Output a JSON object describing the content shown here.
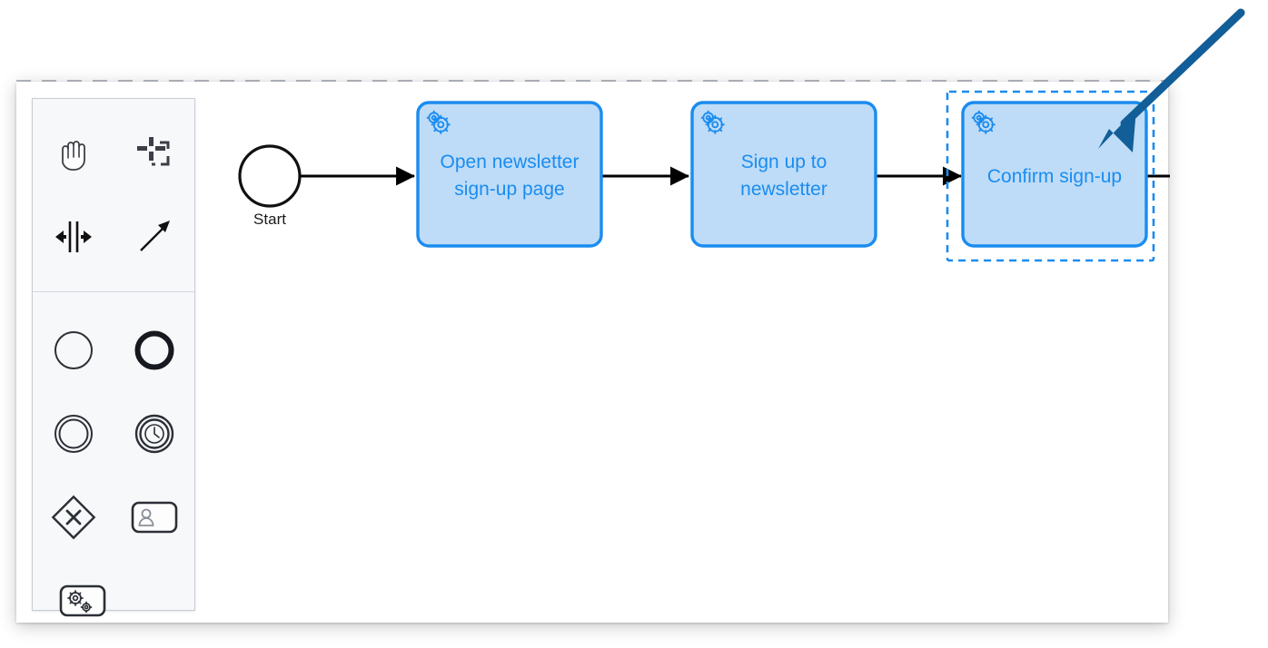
{
  "app": {
    "name": "bpmn-modeler",
    "canvas_background": "#ffffff",
    "page_background": "#ffffff"
  },
  "colors": {
    "task_fill": "#bedcf7",
    "task_stroke": "#1a8cf0",
    "task_text": "#1a8cf0",
    "event_stroke": "#111111",
    "connector": "#000000",
    "selection_outline": "#1a8cf0",
    "annotation_arrow": "#125e98",
    "palette_background": "#f7f8f9",
    "palette_border": "#c9ccd4",
    "palette_icon": "#3b3f46"
  },
  "palette": {
    "name": "element-palette",
    "groups": [
      {
        "name": "tools",
        "items": [
          {
            "id": "hand-tool",
            "icon": "hand-icon",
            "label": "Activate the hand tool"
          },
          {
            "id": "lasso-tool",
            "icon": "lasso-select-icon",
            "label": "Activate the lasso tool"
          },
          {
            "id": "space-tool",
            "icon": "space-tool-icon",
            "label": "Activate the create/remove space tool"
          },
          {
            "id": "global-connect-tool",
            "icon": "connect-arrow-icon",
            "label": "Activate the global connect tool"
          }
        ]
      },
      {
        "name": "elements",
        "items": [
          {
            "id": "start-event",
            "icon": "start-event-icon",
            "label": "Create StartEvent"
          },
          {
            "id": "end-event",
            "icon": "end-event-icon",
            "label": "Create EndEvent"
          },
          {
            "id": "intermediate-event",
            "icon": "intermediate-event-icon",
            "label": "Create Intermediate/Boundary Event"
          },
          {
            "id": "timer-event",
            "icon": "timer-event-icon",
            "label": "Create Timer Boundary Event"
          },
          {
            "id": "gateway",
            "icon": "gateway-icon",
            "label": "Create Gateway"
          },
          {
            "id": "user-task",
            "icon": "user-task-icon",
            "label": "Create User Task"
          },
          {
            "id": "service-task",
            "icon": "service-task-icon",
            "label": "Create Service Task"
          }
        ]
      }
    ]
  },
  "diagram": {
    "name": "newsletter-signup-process",
    "start_event": {
      "id": "start-event",
      "label": "Start",
      "shape": "circle"
    },
    "tasks": [
      {
        "id": "task-open-newsletter-signup-page",
        "icon": "service-task-icon",
        "label_lines": [
          "Open newsletter",
          "sign-up page"
        ],
        "selected": false
      },
      {
        "id": "task-sign-up-to-newsletter",
        "icon": "service-task-icon",
        "label_lines": [
          "Sign up to",
          "newsletter"
        ],
        "selected": false
      },
      {
        "id": "task-confirm-sign-up",
        "icon": "service-task-icon",
        "label_lines": [
          "Confirm sign-up"
        ],
        "selected": true
      }
    ],
    "connectors": [
      {
        "id": "flow-start-to-task1",
        "from": "start-event",
        "to": "task-open-newsletter-signup-page"
      },
      {
        "id": "flow-task1-to-task2",
        "from": "task-open-newsletter-signup-page",
        "to": "task-sign-up-to-newsletter"
      },
      {
        "id": "flow-task2-to-task3",
        "from": "task-sign-up-to-newsletter",
        "to": "task-confirm-sign-up"
      },
      {
        "id": "flow-task3-outgoing",
        "from": "task-confirm-sign-up",
        "to": ""
      }
    ]
  },
  "annotation": {
    "name": "pointer-arrow",
    "type": "arrow",
    "points_to": "task-confirm-sign-up"
  }
}
